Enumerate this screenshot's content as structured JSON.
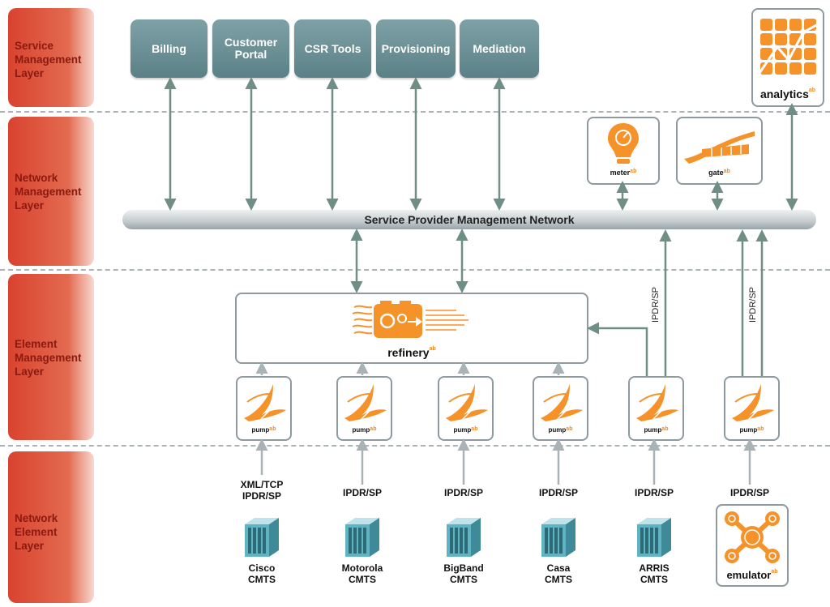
{
  "layers": [
    {
      "label": "Service\nManagement\nLayer"
    },
    {
      "label": "Network\nManagement\nLayer"
    },
    {
      "label": "Element\nManagement\nLayer"
    },
    {
      "label": "Network\nElement\nLayer"
    }
  ],
  "services": [
    "Billing",
    "Customer\nPortal",
    "CSR Tools",
    "Provisioning",
    "Mediation"
  ],
  "bus": {
    "label": "Service Provider Management Network"
  },
  "products": {
    "analytics": "analytics",
    "meter": "meter",
    "gate": "gate",
    "refinery": "refinery",
    "pump": "pump",
    "emulator": "emulator",
    "suffix": "ab"
  },
  "protocols": {
    "ipdr_vertical_1": "IPDR/SP",
    "ipdr_vertical_2": "IPDR/SP",
    "cisco": "XML/TCP\nIPDR/SP",
    "motorola": "IPDR/SP",
    "bigband": "IPDR/SP",
    "casa": "IPDR/SP",
    "arris": "IPDR/SP",
    "emulator": "IPDR/SP"
  },
  "devices": [
    "Cisco\nCMTS",
    "Motorola\nCMTS",
    "BigBand\nCMTS",
    "Casa\nCMTS",
    "ARRIS\nCMTS"
  ],
  "colors": {
    "layer": "#d9432f",
    "service": "#6a9095",
    "accent": "#f08a1c",
    "arrow": "#6f8f86",
    "bus": "#c3cbce"
  }
}
